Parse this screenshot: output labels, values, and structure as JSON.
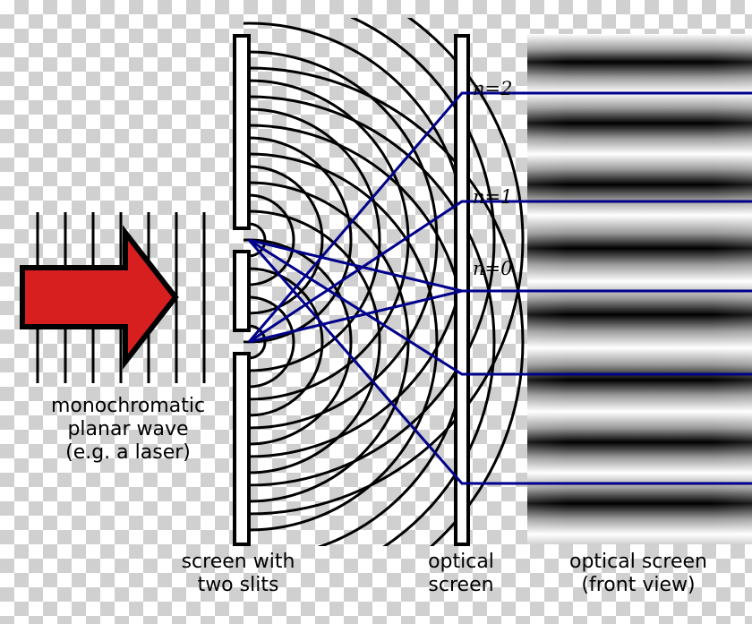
{
  "figure": {
    "title": "Double-slit interference diagram",
    "background": "transparent-checkerboard"
  },
  "colors": {
    "arrow_fill": "#d81f1f",
    "arrow_stroke": "#000000",
    "ray_line": "#0000a0",
    "wavefront": "#000000",
    "barrier": "#ffffff",
    "barrier_stroke": "#000000",
    "fringe_bright": "#ffffff",
    "fringe_dark": "#000000",
    "text": "#000000"
  },
  "captions": {
    "incoming_wave": "monochromatic\nplanar wave\n(e.g. a laser)",
    "slit_screen": "screen with\ntwo slits",
    "optical_screen": "optical\nscreen",
    "optical_screen_front": "optical screen\n(front view)"
  },
  "order_labels": [
    {
      "id": "n2",
      "text": "n=2"
    },
    {
      "id": "n1",
      "text": "n=1"
    },
    {
      "id": "n0",
      "text": "n=0"
    }
  ],
  "elements": {
    "planar_wavefront_count": 7,
    "slit_count": 2,
    "circular_wavefronts_per_slit": 9,
    "ray_count": 5,
    "fringe_band_count": 9
  }
}
